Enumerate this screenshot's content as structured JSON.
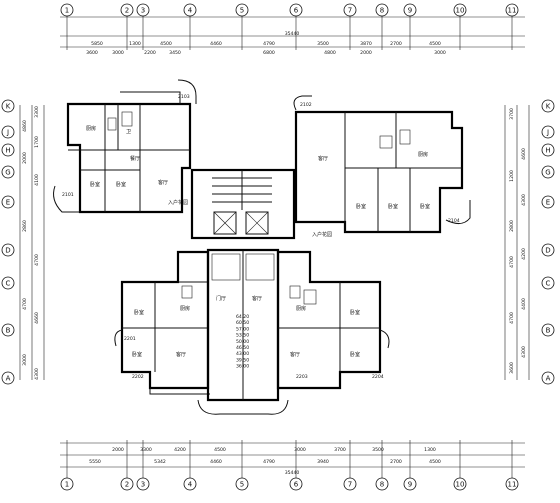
{
  "drawing": {
    "total_top": "35440",
    "total_bottom": "35440",
    "dims_top_row1": [
      "5850",
      "1300",
      "4500",
      "4460",
      "4790",
      "3500",
      "3870",
      "2700",
      "4500"
    ],
    "dims_top_row2": [
      "3600",
      "3000",
      "2200",
      "3450",
      "6800",
      "4800",
      "2000",
      "3000"
    ],
    "dims_bottom_row1": [
      "2000",
      "3300",
      "4200",
      "4500",
      "3000",
      "3700",
      "3500",
      "1300"
    ],
    "dims_bottom_row2": [
      "5550",
      "5342",
      "4460",
      "4790",
      "3940",
      "2700",
      "4500"
    ],
    "dims_left": [
      "3300",
      "4860",
      "1700",
      "2000",
      "4100",
      "2860",
      "4700",
      "4700",
      "4660",
      "3000",
      "4300"
    ],
    "dims_right": [
      "3700",
      "4600",
      "1200",
      "4300",
      "2800",
      "4200",
      "4700",
      "4400",
      "4700",
      "4300",
      "3600"
    ],
    "axes_top": [
      "1",
      "2",
      "3",
      "4",
      "5",
      "6",
      "7",
      "8",
      "9",
      "10",
      "11"
    ],
    "axes_bottom": [
      "1",
      "2",
      "3",
      "4",
      "5",
      "6",
      "7",
      "8",
      "9",
      "10",
      "11"
    ],
    "axes_left": [
      "K",
      "J",
      "H",
      "G",
      "E",
      "D",
      "C",
      "B",
      "A"
    ],
    "axes_right": [
      "K",
      "J",
      "H",
      "G",
      "E",
      "D",
      "C",
      "B",
      "A"
    ],
    "rooms": [
      {
        "id": "tl-kitchen",
        "text": "厨房"
      },
      {
        "id": "tl-dining",
        "text": "餐厅"
      },
      {
        "id": "tl-bath",
        "text": "卫"
      },
      {
        "id": "tl-bed1",
        "text": "卧室"
      },
      {
        "id": "tl-bed2",
        "text": "卧室"
      },
      {
        "id": "tl-living",
        "text": "客厅"
      },
      {
        "id": "tl-entry",
        "text": "入户花园"
      },
      {
        "id": "tr-living",
        "text": "客厅"
      },
      {
        "id": "tr-kitchen",
        "text": "厨房"
      },
      {
        "id": "tr-bed1",
        "text": "卧室"
      },
      {
        "id": "tr-bed2",
        "text": "卧室"
      },
      {
        "id": "tr-bed3",
        "text": "卧室"
      },
      {
        "id": "tr-entry",
        "text": "入户花园"
      },
      {
        "id": "bl-bed",
        "text": "卧室"
      },
      {
        "id": "bl-bed2",
        "text": "卧室"
      },
      {
        "id": "bl-living",
        "text": "客厅"
      },
      {
        "id": "bl-kitchen",
        "text": "厨房"
      },
      {
        "id": "br-kitchen",
        "text": "厨房"
      },
      {
        "id": "br-living",
        "text": "客厅"
      },
      {
        "id": "br-bed",
        "text": "卧室"
      },
      {
        "id": "br-bed2",
        "text": "卧室"
      },
      {
        "id": "c-hall",
        "text": "门厅"
      },
      {
        "id": "c-living",
        "text": "客厅"
      }
    ],
    "level_labels": [
      "64.20",
      "60.50",
      "57.00",
      "53.50",
      "50.00",
      "46.50",
      "43.00",
      "39.50",
      "36.00"
    ],
    "tags": [
      "2101",
      "2103",
      "2102",
      "2104",
      "2201",
      "2202",
      "2203",
      "2204"
    ]
  }
}
